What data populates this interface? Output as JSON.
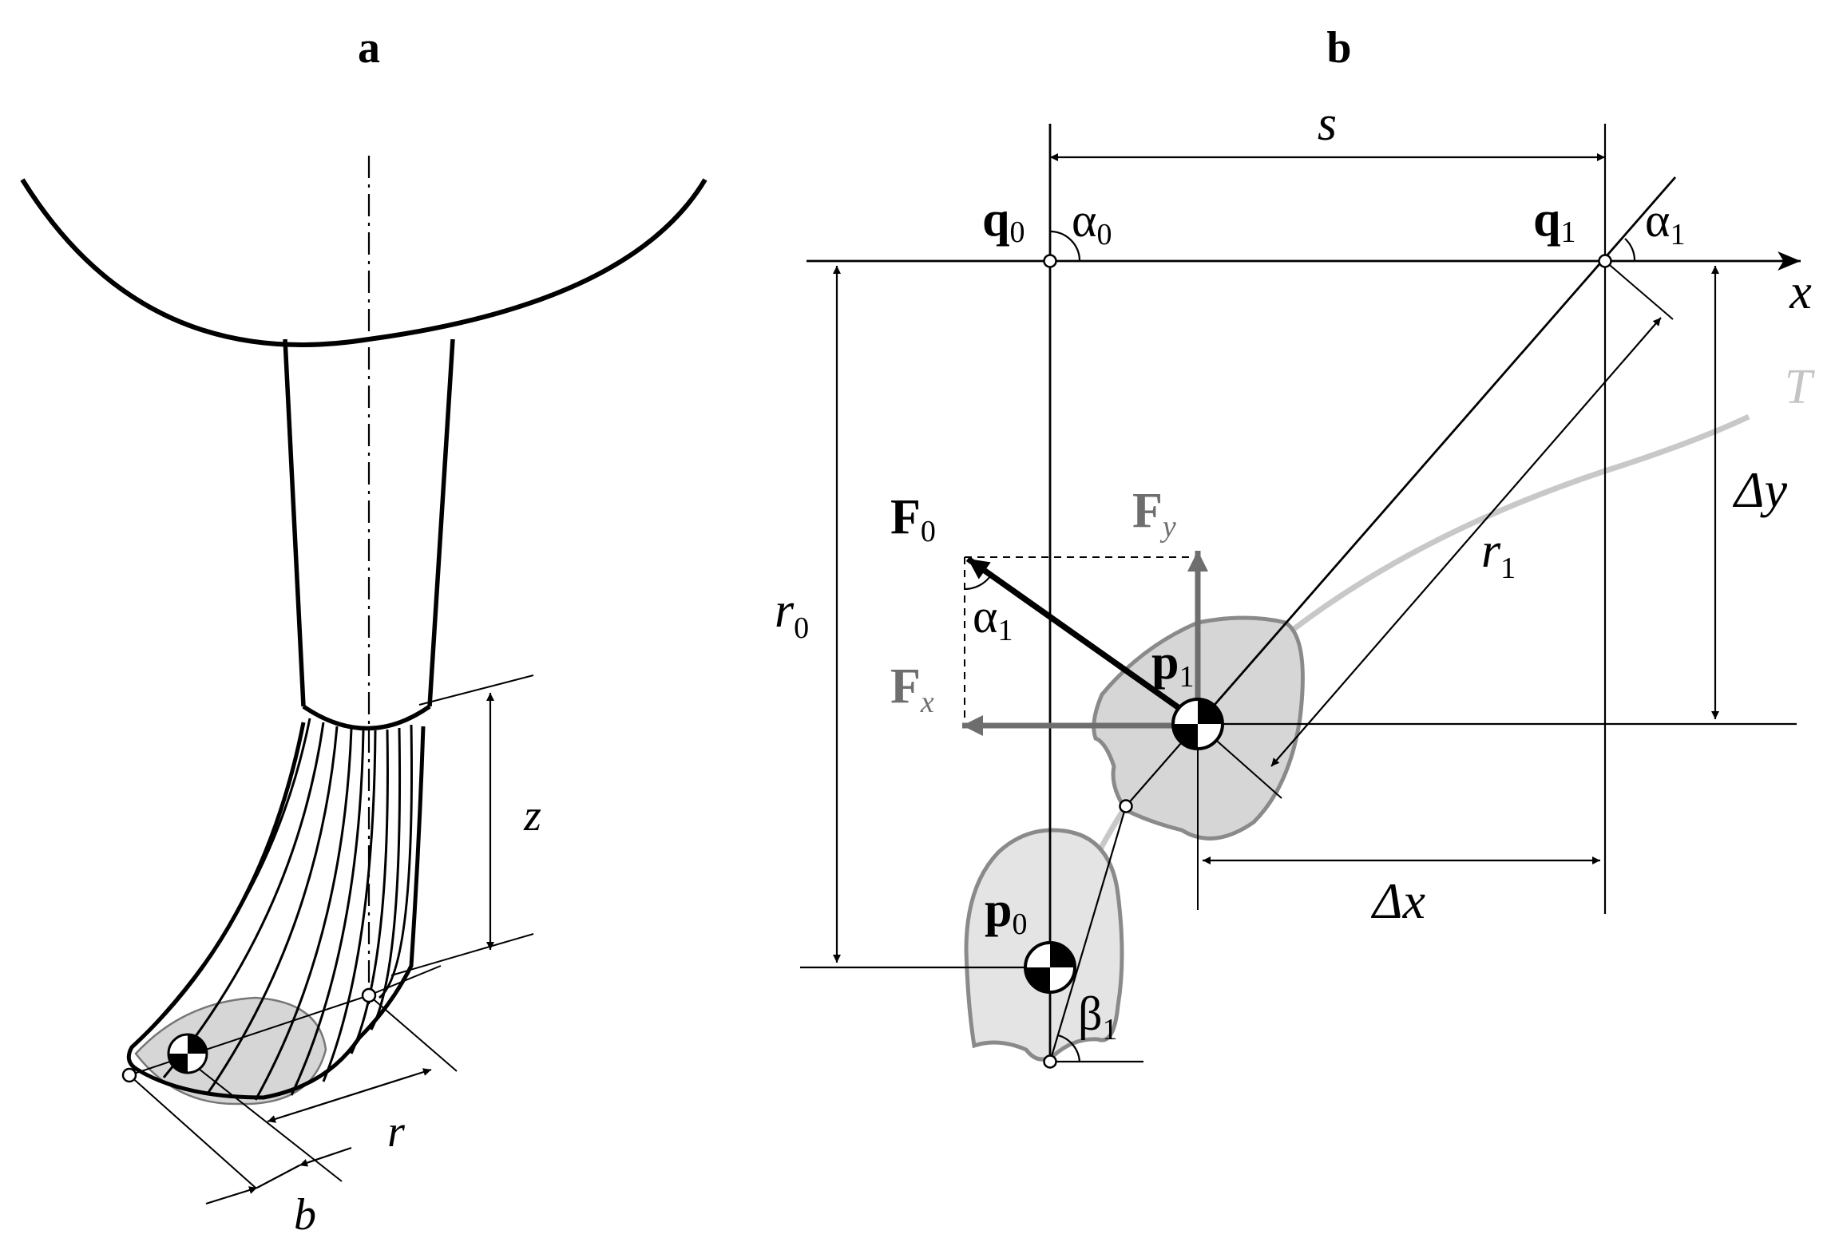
{
  "panels": {
    "a": "a",
    "b": "b"
  },
  "labels_a": {
    "z": "z",
    "r": "r",
    "b": "b"
  },
  "labels_b": {
    "s": "s",
    "q0": "q",
    "q0_sub": "0",
    "q1": "q",
    "q1_sub": "1",
    "alpha0": "α",
    "alpha0_sub": "0",
    "alpha1_top": "α",
    "alpha1_top_sub": "1",
    "x_axis": "x",
    "T": "T",
    "delta_y": "Δy",
    "r0": "r",
    "r0_sub": "0",
    "r1": "r",
    "r1_sub": "1",
    "F0": "F",
    "F0_sub": "0",
    "Fy": "F",
    "Fy_sub": "y",
    "Fx": "F",
    "Fx_sub": "x",
    "alpha1_force": "α",
    "alpha1_force_sub": "1",
    "p1": "p",
    "p1_sub": "1",
    "p0": "p",
    "p0_sub": "0",
    "delta_x": "Δx",
    "beta1": "β",
    "beta1_sub": "1"
  },
  "colors": {
    "line": "#000000",
    "force_gray": "#6e6e6e",
    "trajectory": "#c8c8c8",
    "blob_fill": "#d6d6d6",
    "blob_fill_light": "#e4e4e4",
    "blob_stroke": "#8a8a8a"
  }
}
